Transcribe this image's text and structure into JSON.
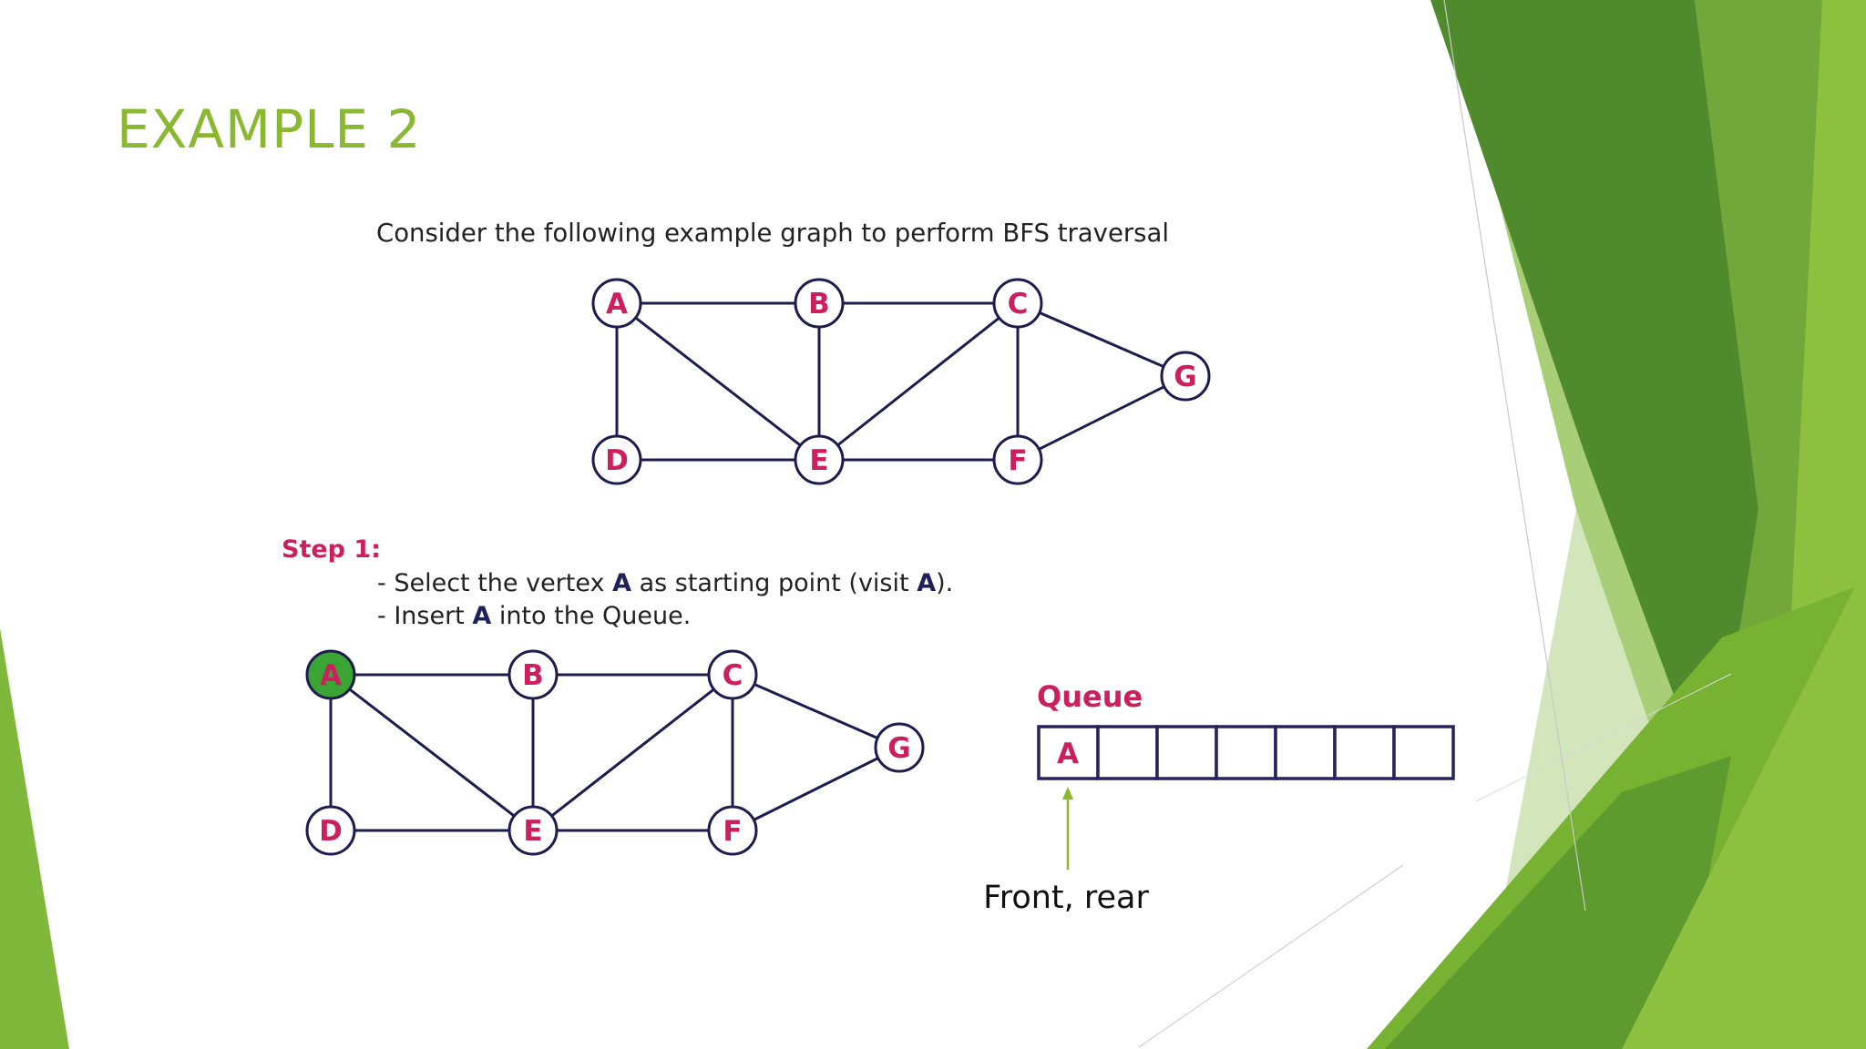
{
  "slide": {
    "title": "EXAMPLE 2"
  },
  "intro": {
    "text": "Consider the following example graph to perform BFS traversal"
  },
  "graph": {
    "vertices": [
      "A",
      "B",
      "C",
      "D",
      "E",
      "F",
      "G"
    ],
    "edges": [
      [
        "A",
        "B"
      ],
      [
        "B",
        "C"
      ],
      [
        "C",
        "G"
      ],
      [
        "A",
        "D"
      ],
      [
        "A",
        "E"
      ],
      [
        "B",
        "E"
      ],
      [
        "C",
        "E"
      ],
      [
        "C",
        "F"
      ],
      [
        "D",
        "E"
      ],
      [
        "E",
        "F"
      ],
      [
        "F",
        "G"
      ],
      [
        "G",
        "C"
      ]
    ]
  },
  "step": {
    "label": "Step 1:",
    "line1": {
      "prefix": "- Select the vertex ",
      "bold1": "A",
      "middle": " as starting point (visit ",
      "bold2": "A",
      "suffix": ")."
    },
    "line2": {
      "prefix": "- Insert ",
      "bold": "A",
      "suffix": " into the Queue."
    },
    "visited_vertex": "A"
  },
  "queue": {
    "label": "Queue",
    "cells": [
      "A",
      "",
      "",
      "",
      "",
      "",
      ""
    ],
    "pointer_label": "Front, rear"
  },
  "colors": {
    "title": "#8ab833",
    "vertex_label": "#cc1f5e",
    "graph_lines": "#1c1c4e",
    "visited_fill": "#3aa534",
    "step_label": "#cc1f5e",
    "bold_text": "#20205a",
    "queue_label": "#cc1f5e",
    "queue_border": "#26235c",
    "queue_text": "#cc1f5e",
    "pointer_arrow": "#8ab833",
    "decor_green_dark": "#4f8a2c",
    "decor_green_light": "#8dc03f"
  }
}
